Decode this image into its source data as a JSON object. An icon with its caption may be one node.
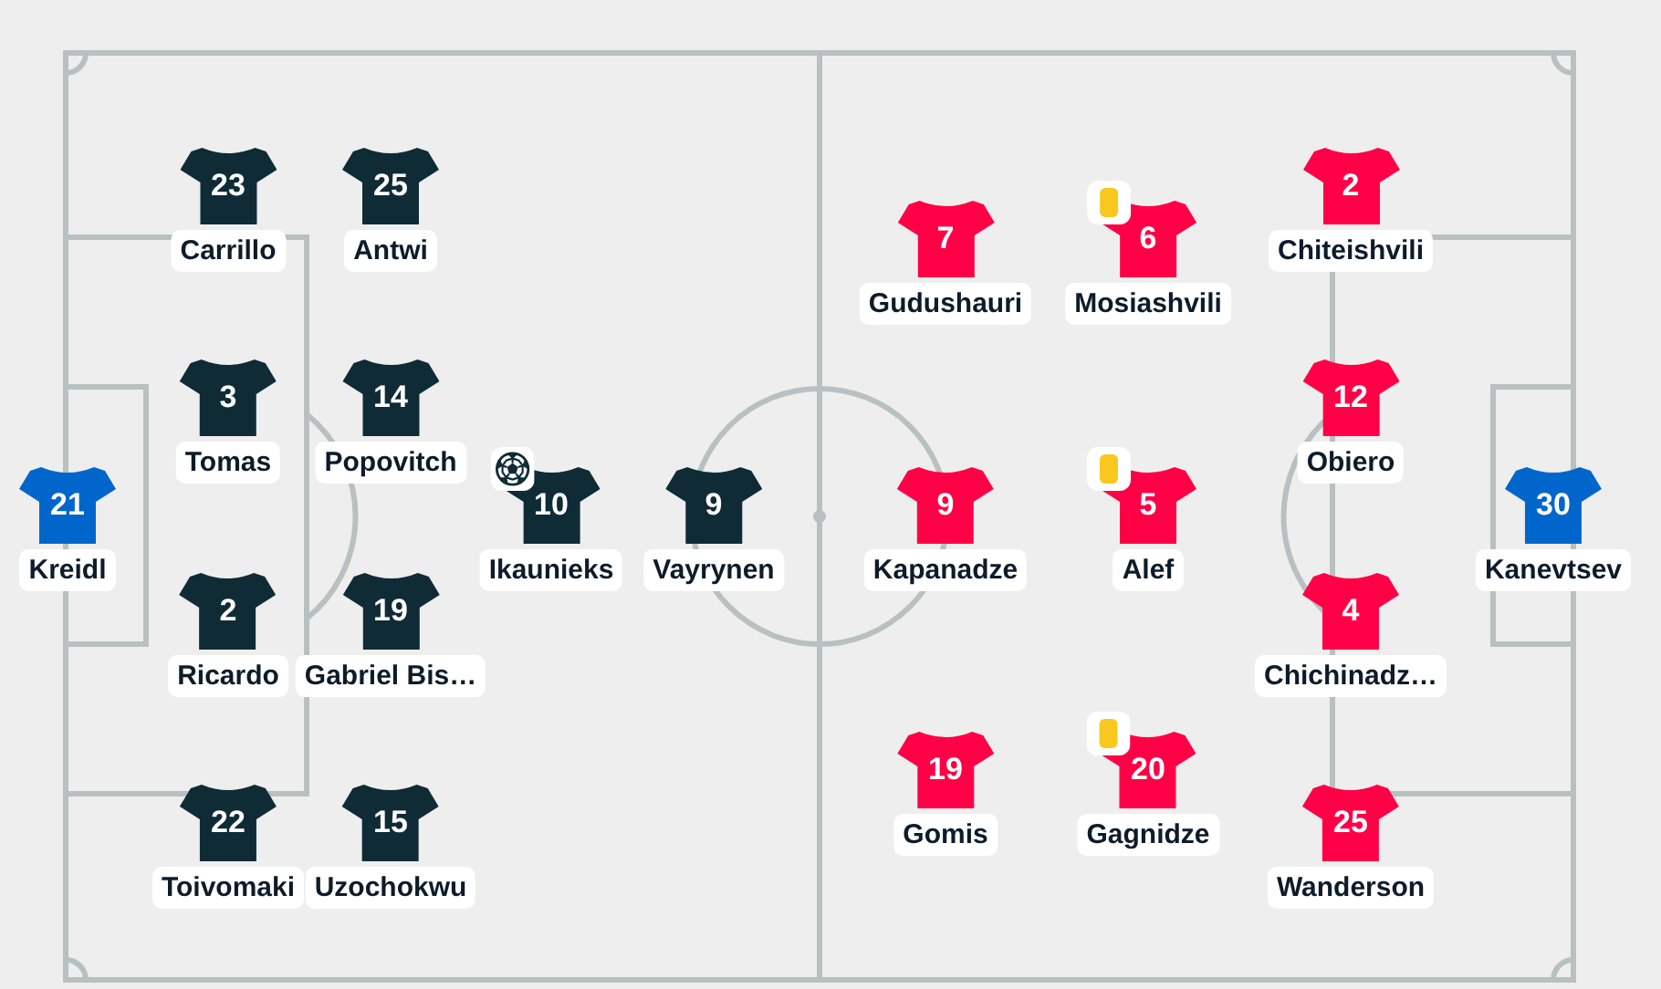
{
  "diagram": {
    "nodes": [
      {
        "text": [
          "21",
          "Kreidl"
        ]
      },
      {
        "text": [
          "23",
          "Carrillo"
        ]
      },
      {
        "text": [
          "3",
          "Tomas"
        ]
      },
      {
        "text": [
          "2",
          "Ricardo"
        ]
      },
      {
        "text": [
          "22",
          "Toivomaki"
        ]
      },
      {
        "text": [
          "25",
          "Antwi"
        ]
      },
      {
        "text": [
          "14",
          "Popovitch"
        ]
      },
      {
        "text": [
          "19",
          "Gabriel Bis…"
        ]
      },
      {
        "text": [
          "15",
          "Uzochokwu"
        ]
      },
      {
        "text": [
          "10",
          "Ikaunieks"
        ]
      },
      {
        "text": [
          "9",
          "Vayrynen"
        ]
      },
      {
        "text": [
          "7",
          "Gudushauri"
        ]
      },
      {
        "text": [
          "9",
          "Kapanadze"
        ]
      },
      {
        "text": [
          "19",
          "Gomis"
        ]
      },
      {
        "text": [
          "6",
          "Mosiashvili"
        ]
      },
      {
        "text": [
          "5",
          "Alef"
        ]
      },
      {
        "text": [
          "20",
          "Gagnidze"
        ]
      },
      {
        "text": [
          "2",
          "Chiteishvili"
        ]
      },
      {
        "text": [
          "12",
          "Obiero"
        ]
      },
      {
        "text": [
          "4",
          "Chichinadz…"
        ]
      },
      {
        "text": [
          "25",
          "Wanderson"
        ]
      },
      {
        "text": [
          "30",
          "Kanevtsev"
        ]
      }
    ]
  }
}
